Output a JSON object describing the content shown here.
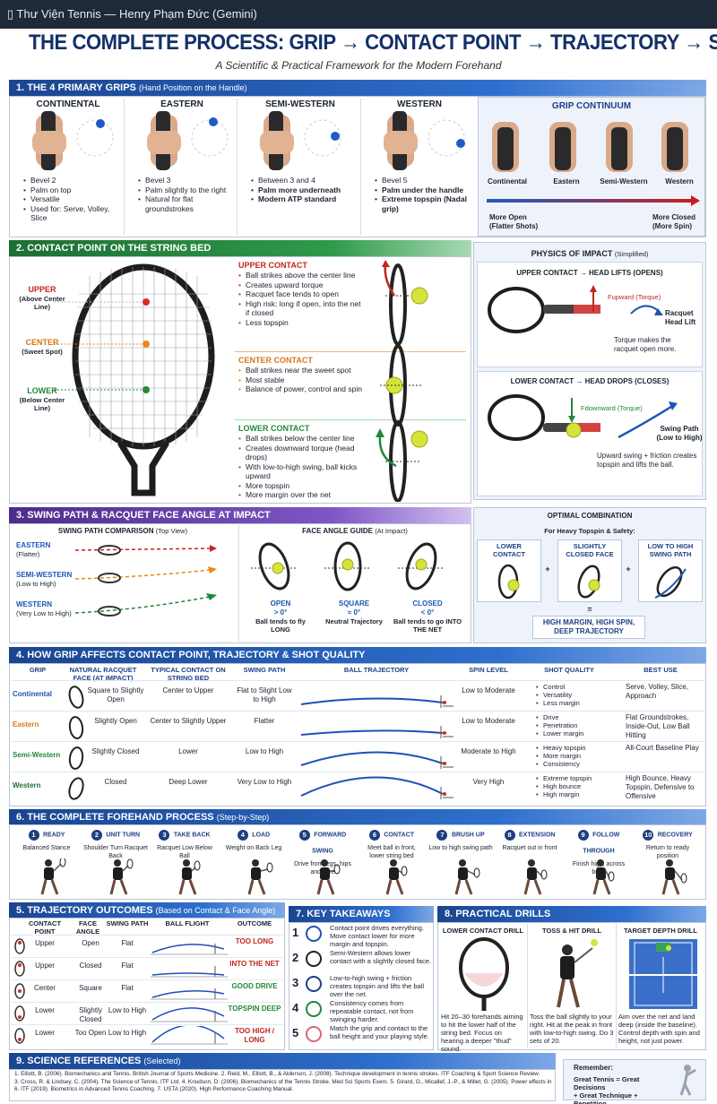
{
  "window": {
    "title": "▯ Thư Viện Tennis — Henry Phạm Đức (Gemini)"
  },
  "header": {
    "title": "THE COMPLETE PROCESS: GRIP → CONTACT POINT → TRAJECTORY → SHOT QUALITY",
    "subtitle": "A Scientific & Practical Framework for the Modern Forehand"
  },
  "s1": {
    "head": "1. THE 4 PRIMARY GRIPS",
    "head_sub": "(Hand Position on the Handle)",
    "grips": [
      {
        "name": "CONTINENTAL",
        "b": [
          "Bevel 2",
          "Palm on top",
          "Versatile",
          "Used for: Serve, Volley, Slice"
        ]
      },
      {
        "name": "EASTERN",
        "b": [
          "Bevel 3",
          "Palm slightly to the right",
          "Natural for flat groundstrokes"
        ]
      },
      {
        "name": "SEMI-WESTERN",
        "b": [
          "Between 3 and 4",
          "Palm more underneath",
          "Modern ATP standard"
        ]
      },
      {
        "name": "WESTERN",
        "b": [
          "Bevel 5",
          "Palm under the handle",
          "Extreme topspin (Nadal grip)"
        ]
      }
    ],
    "continuum": {
      "title": "GRIP CONTINUUM",
      "labels": [
        "Continental",
        "Eastern",
        "Semi-Western",
        "Western"
      ],
      "left": "More Open (Flatter Shots)",
      "right": "More Closed (More Spin)"
    }
  },
  "s2": {
    "head": "2. CONTACT POINT ON THE STRING BED",
    "labels": [
      {
        "t": "UPPER",
        "s": "(Above Center Line)"
      },
      {
        "t": "CENTER",
        "s": "(Sweet Spot)"
      },
      {
        "t": "LOWER",
        "s": "(Below Center Line)"
      }
    ],
    "upper": {
      "t": "UPPER CONTACT",
      "b": [
        "Ball strikes above the center line",
        "Creates upward torque",
        "Racquet face tends to open",
        "High risk: long if open, into the net if closed",
        "Less topspin"
      ]
    },
    "center": {
      "t": "CENTER CONTACT",
      "b": [
        "Ball strikes near the sweet spot",
        "Most stable",
        "Balance of power, control and spin"
      ]
    },
    "lower": {
      "t": "LOWER CONTACT",
      "b": [
        "Ball strikes below the center line",
        "Creates downward torque (head drops)",
        "With low-to-high swing, ball kicks upward",
        "More topspin",
        "More margin over the net"
      ]
    },
    "physics": {
      "title": "PHYSICS OF IMPACT",
      "title_sub": "(Simplified)",
      "upper_t": "UPPER CONTACT → HEAD LIFTS (OPENS)",
      "f_up": "Fupward (Torque)",
      "lift": "Racquet Head Lift",
      "up_note": "Torque makes the racquet open more.",
      "lower_t": "LOWER CONTACT → HEAD DROPS (CLOSES)",
      "f_down": "Fdownward (Torque)",
      "swing": "Swing Path (Low to High)",
      "low_note": "Upward swing + friction creates topspin and lifts the ball."
    }
  },
  "s3": {
    "head": "3. SWING PATH & RACQUET FACE ANGLE AT IMPACT",
    "cmp_title": "SWING PATH COMPARISON",
    "cmp_sub": "(Top View)",
    "paths": [
      {
        "t": "EASTERN",
        "s": "(Flatter)"
      },
      {
        "t": "SEMI-WESTERN",
        "s": "(Low to High)"
      },
      {
        "t": "WESTERN",
        "s": "(Very Low to High)"
      }
    ],
    "face_title": "FACE ANGLE GUIDE",
    "face_sub": "(At Impact)",
    "faces": [
      {
        "t": "OPEN",
        "v": "> 0°",
        "d": "Ball tends to fly LONG"
      },
      {
        "t": "SQUARE",
        "v": "≈ 0°",
        "d": "Neutral Trajectory"
      },
      {
        "t": "CLOSED",
        "v": "< 0°",
        "d": "Ball tends to go INTO THE NET"
      }
    ],
    "opt": {
      "title": "OPTIMAL COMBINATION",
      "sub": "For Heavy Topspin & Safety:",
      "boxes": [
        "LOWER CONTACT",
        "SLIGHTLY CLOSED FACE",
        "LOW TO HIGH SWING PATH"
      ],
      "plus": "+",
      "eq": "=",
      "result": "HIGH MARGIN, HIGH SPIN, DEEP TRAJECTORY"
    }
  },
  "s4": {
    "head": "4. HOW GRIP AFFECTS CONTACT POINT, TRAJECTORY & SHOT QUALITY",
    "cols": [
      "GRIP",
      "NATURAL RACQUET FACE (AT IMPACT)",
      "TYPICAL CONTACT ON STRING BED",
      "SWING PATH",
      "BALL TRAJECTORY",
      "SPIN LEVEL",
      "SHOT QUALITY",
      "BEST USE"
    ],
    "rows": [
      {
        "grip": "Continental",
        "face": "Square to Slightly Open",
        "contact": "Center to Upper",
        "swing": "Flat to Slight Low to High",
        "spin": "Low to Moderate",
        "q": [
          "Control",
          "Versatility",
          "Less margin"
        ],
        "use": "Serve, Volley, Slice, Approach"
      },
      {
        "grip": "Eastern",
        "face": "Slightly Open",
        "contact": "Center to Slightly Upper",
        "swing": "Flatter",
        "spin": "Low to Moderate",
        "q": [
          "Drive",
          "Penetration",
          "Lower margin"
        ],
        "use": "Flat Groundstrokes, Inside-Out, Low Ball Hitting"
      },
      {
        "grip": "Semi-Western",
        "face": "Slightly Closed",
        "contact": "Lower",
        "swing": "Low to High",
        "spin": "Moderate to High",
        "q": [
          "Heavy topspin",
          "More margin",
          "Consistency"
        ],
        "use": "All-Court Baseline Play"
      },
      {
        "grip": "Western",
        "face": "Closed",
        "contact": "Deep Lower",
        "swing": "Very Low to High",
        "spin": "Very High",
        "q": [
          "Extreme topspin",
          "High bounce",
          "High margin"
        ],
        "use": "High Bounce, Heavy Topspin, Defensive to Offensive"
      }
    ]
  },
  "s6": {
    "head": "6. THE COMPLETE FOREHAND PROCESS",
    "head_sub": "(Step-by-Step)",
    "steps": [
      {
        "n": "1",
        "t": "READY",
        "d": "Balanced Stance"
      },
      {
        "n": "2",
        "t": "UNIT TURN",
        "d": "Shoulder Turn Racquet Back"
      },
      {
        "n": "3",
        "t": "TAKE BACK",
        "d": "Racquet Low Below Ball"
      },
      {
        "n": "4",
        "t": "LOAD",
        "d": "Weight on Back Leg"
      },
      {
        "n": "5",
        "t": "FORWARD SWING",
        "d": "Drive from legs, hips and core"
      },
      {
        "n": "6",
        "t": "CONTACT",
        "d": "Meet ball in front, lower string bed"
      },
      {
        "n": "7",
        "t": "BRUSH UP",
        "d": "Low to high swing path"
      },
      {
        "n": "8",
        "t": "EXTENSION",
        "d": "Racquet out in front"
      },
      {
        "n": "9",
        "t": "FOLLOW THROUGH",
        "d": "Finish high, across body"
      },
      {
        "n": "10",
        "t": "RECOVERY",
        "d": "Return to ready position"
      }
    ]
  },
  "s5": {
    "head": "5. TRAJECTORY OUTCOMES",
    "head_sub": "(Based on Contact & Face Angle)",
    "cols": [
      "CONTACT POINT",
      "FACE ANGLE",
      "SWING PATH",
      "BALL FLIGHT",
      "OUTCOME"
    ],
    "rows": [
      {
        "c": "Upper",
        "f": "Open",
        "s": "Flat",
        "o": "TOO LONG"
      },
      {
        "c": "Upper",
        "f": "Closed",
        "s": "Flat",
        "o": "INTO THE NET"
      },
      {
        "c": "Center",
        "f": "Square",
        "s": "Flat",
        "o": "GOOD DRIVE"
      },
      {
        "c": "Lower",
        "f": "Slightly Closed",
        "s": "Low to High",
        "o": "TOPSPIN DEEP"
      },
      {
        "c": "Lower",
        "f": "Too Open",
        "s": "Low to High",
        "o": "TOO HIGH / LONG"
      }
    ]
  },
  "s7": {
    "head": "7. KEY TAKEAWAYS",
    "items": [
      {
        "n": "1",
        "t": "Contact point drives everything. Move contact lower for more margin and topspin."
      },
      {
        "n": "2",
        "t": "Semi-Western allows lower contact with a slightly closed face."
      },
      {
        "n": "3",
        "t": "Low-to-high swing + friction creates topspin and lifts the ball over the net."
      },
      {
        "n": "4",
        "t": "Consistency comes from repeatable contact, not from swinging harder."
      },
      {
        "n": "5",
        "t": "Match the grip and contact to the ball height and your playing style."
      }
    ]
  },
  "s8": {
    "head": "8. PRACTICAL DRILLS",
    "drills": [
      {
        "t": "LOWER CONTACT DRILL",
        "d": "Hit 20–30 forehands aiming to hit the lower half of the string bed. Focus on hearing a deeper \"thud\" sound."
      },
      {
        "t": "TOSS & HIT DRILL",
        "d": "Toss the ball slightly to your right. Hit at the peak in front with low-to-high swing. Do 3 sets of 20."
      },
      {
        "t": "TARGET DEPTH DRILL",
        "d": "Aim over the net and land deep (inside the baseline). Control depth with spin and height, not just power."
      }
    ]
  },
  "s9": {
    "head": "9. SCIENCE REFERENCES",
    "head_sub": "(Selected)",
    "refs": [
      "1. Elliott, B. (2006). Biomechanics and Tennis. British Journal of Sports Medicine.   2. Reid, M., Elliott, B., & Alderson, J. (2008). Technique development in tennis strokes. ITF Coaching & Sport Science Review.",
      "3. Cross, R. & Lindsey, C. (2004). The Science of Tennis. ITF Ltd.   4. Knudson, D. (2006). Biomechanics of the Tennis Stroke. Med Sci Sports Exerc.   5. Girard, O., Micallef, J.-P., & Millet, G. (2005). Power effects in tennis groundstrokes.",
      "6. ITF (2019). Biometrics in Advanced Tennis Coaching.   7. USTA (2020). High Performance Coaching Manual."
    ],
    "remember": {
      "t": "Remember:",
      "l1": "Great Tennis = Great Decisions",
      "l2": "+ Great Technique + Repetition"
    }
  }
}
